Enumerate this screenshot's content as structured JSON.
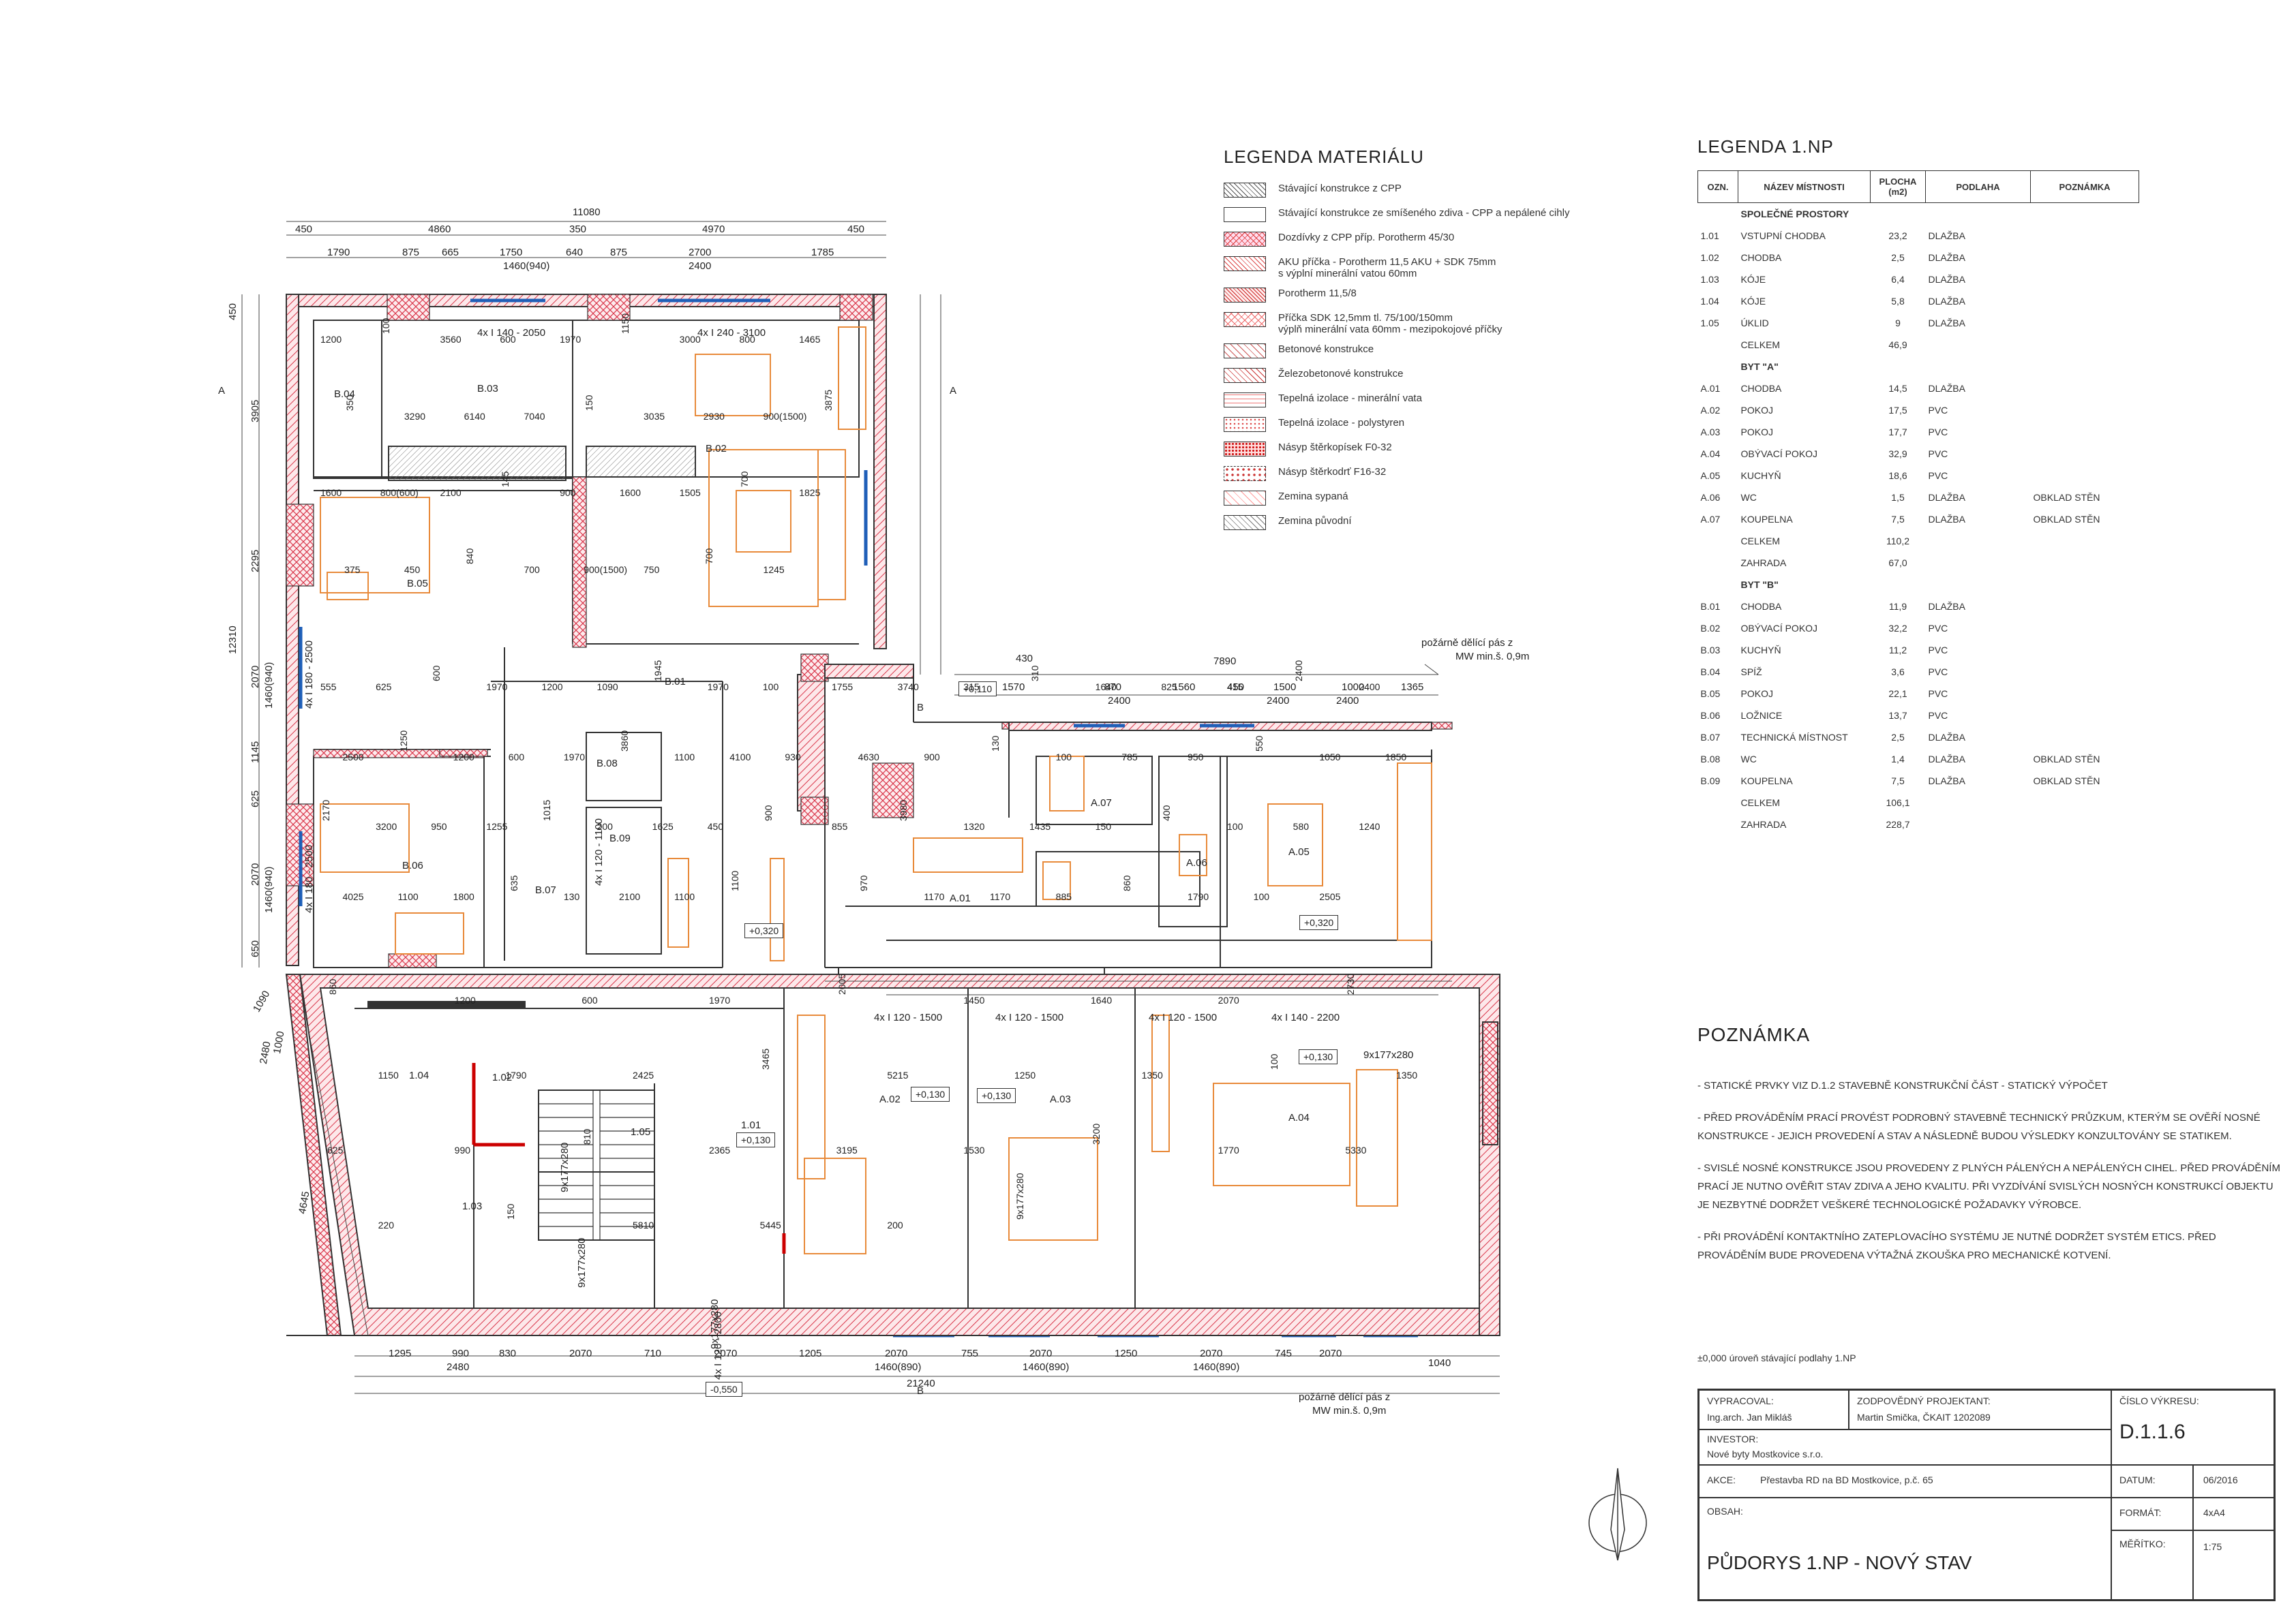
{
  "legend_materials": {
    "title": "LEGENDA MATERIÁLU",
    "items": [
      {
        "label": "Stávající konstrukce z CPP",
        "pattern": "hatch"
      },
      {
        "label": "Stávající konstrukce ze smíšeného zdiva - CPP a nepálené cihly",
        "pattern": "plain"
      },
      {
        "label": "Dozdívky z CPP příp. Porotherm 45/30",
        "pattern": "redx"
      },
      {
        "label": "AKU příčka - Porotherm 11,5 AKU + SDK 75mm",
        "label2": "s výplní minerální vatou 60mm",
        "pattern": "red"
      },
      {
        "label": "Porotherm 11,5/8",
        "pattern": "redfine"
      },
      {
        "label": "Příčka SDK 12,5mm tl. 75/100/150mm",
        "label2": "výplň minerální vata 60mm - mezipokojové příčky",
        "pattern": "redcross"
      },
      {
        "label": "Betonové konstrukce",
        "pattern": "beton"
      },
      {
        "label": "Železobetonové konstrukce",
        "pattern": "zb"
      },
      {
        "label": "Tepelná izolace - minerální vata",
        "pattern": "wool"
      },
      {
        "label": "Tepelná izolace - polystyren",
        "pattern": "poly"
      },
      {
        "label": "Násyp štěrkopísek F0-32",
        "pattern": "sand"
      },
      {
        "label": "Násyp štěrkodrť F16-32",
        "pattern": "grav"
      },
      {
        "label": "Zemina sypaná",
        "pattern": "soil1"
      },
      {
        "label": "Zemina původní",
        "pattern": "soil2"
      }
    ]
  },
  "legend_rooms": {
    "title": "LEGENDA 1.NP",
    "headers": [
      "OZN.",
      "NÁZEV MÍSTNOSTI",
      "PLOCHA (m2)",
      "PODLAHA",
      "POZNÁMKA"
    ],
    "groups": [
      {
        "name": "SPOLEČNÉ PROSTORY",
        "rows": [
          [
            "1.01",
            "VSTUPNÍ CHODBA",
            "23,2",
            "DLAŽBA",
            ""
          ],
          [
            "1.02",
            "CHODBA",
            "2,5",
            "DLAŽBA",
            ""
          ],
          [
            "1.03",
            "KÓJE",
            "6,4",
            "DLAŽBA",
            ""
          ],
          [
            "1.04",
            "KÓJE",
            "5,8",
            "DLAŽBA",
            ""
          ],
          [
            "1.05",
            "ÚKLID",
            "9",
            "DLAŽBA",
            ""
          ]
        ],
        "sums": [
          [
            "CELKEM",
            "46,9"
          ]
        ]
      },
      {
        "name": "BYT \"A\"",
        "rows": [
          [
            "A.01",
            "CHODBA",
            "14,5",
            "DLAŽBA",
            ""
          ],
          [
            "A.02",
            "POKOJ",
            "17,5",
            "PVC",
            ""
          ],
          [
            "A.03",
            "POKOJ",
            "17,7",
            "PVC",
            ""
          ],
          [
            "A.04",
            "OBÝVACÍ POKOJ",
            "32,9",
            "PVC",
            ""
          ],
          [
            "A.05",
            "KUCHYŇ",
            "18,6",
            "PVC",
            ""
          ],
          [
            "A.06",
            "WC",
            "1,5",
            "DLAŽBA",
            "OBKLAD STĚN"
          ],
          [
            "A.07",
            "KOUPELNA",
            "7,5",
            "DLAŽBA",
            "OBKLAD STĚN"
          ]
        ],
        "sums": [
          [
            "CELKEM",
            "110,2"
          ],
          [
            "ZAHRADA",
            "67,0"
          ]
        ]
      },
      {
        "name": "BYT \"B\"",
        "rows": [
          [
            "B.01",
            "CHODBA",
            "11,9",
            "DLAŽBA",
            ""
          ],
          [
            "B.02",
            "OBÝVACÍ POKOJ",
            "32,2",
            "PVC",
            ""
          ],
          [
            "B.03",
            "KUCHYŇ",
            "11,2",
            "PVC",
            ""
          ],
          [
            "B.04",
            "SPÍŽ",
            "3,6",
            "PVC",
            ""
          ],
          [
            "B.05",
            "POKOJ",
            "22,1",
            "PVC",
            ""
          ],
          [
            "B.06",
            "LOŽNICE",
            "13,7",
            "PVC",
            ""
          ],
          [
            "B.07",
            "TECHNICKÁ MÍSTNOST",
            "2,5",
            "DLAŽBA",
            ""
          ],
          [
            "B.08",
            "WC",
            "1,4",
            "DLAŽBA",
            "OBKLAD STĚN"
          ],
          [
            "B.09",
            "KOUPELNA",
            "7,5",
            "DLAŽBA",
            "OBKLAD STĚN"
          ]
        ],
        "sums": [
          [
            "CELKEM",
            "106,1"
          ],
          [
            "ZAHRADA",
            "228,7"
          ]
        ]
      }
    ]
  },
  "notes": {
    "title": "POZNÁMKA",
    "items": [
      "- STATICKÉ PRVKY VIZ D.1.2 STAVEBNĚ KONSTRUKČNÍ ČÁST - STATICKÝ VÝPOČET",
      "- PŘED PROVÁDĚNÍM PRACÍ PROVÉST PODROBNÝ STAVEBNĚ TECHNICKÝ PRŮZKUM, KTERÝM SE OVĚŘÍ NOSNÉ KONSTRUKCE - JEJICH PROVEDENÍ A STAV A NÁSLEDNĚ BUDOU VÝSLEDKY KONZULTOVÁNY SE STATIKEM.",
      "- SVISLÉ NOSNÉ KONSTRUKCE JSOU PROVEDENY Z PLNÝCH PÁLENÝCH A NEPÁLENÝCH CIHEL. PŘED PROVÁDĚNÍM PRACÍ JE NUTNO OVĚŘIT STAV ZDIVA A JEHO KVALITU. PŘI VYZDÍVÁNÍ SVISLÝCH NOSNÝCH KONSTRUKCÍ OBJEKTU JE NEZBYTNÉ DODRŽET VEŠKERÉ TECHNOLOGICKÉ POŽADAVKY VÝROBCE.",
      "- PŘI PROVÁDĚNÍ KONTAKTNÍHO ZATEPLOVACÍHO SYSTÉMU JE NUTNÉ DODRŽET SYSTÉM ETICS. PŘED PROVÁDĚNÍM BUDE PROVEDENA VÝTAŽNÁ ZKOUŠKA PRO MECHANICKÉ KOTVENÍ."
    ],
    "level_note": "±0,000 úroveň stávající podlahy 1.NP"
  },
  "title_block": {
    "vypracoval_label": "VYPRACOVAL:",
    "vypracoval": "Ing.arch. Jan Mikláš",
    "zodp_label": "ZODPOVĚDNÝ PROJEKTANT:",
    "zodp": "Martin Smička, ČKAIT 1202089",
    "cislo_label": "ČÍSLO VÝKRESU:",
    "cislo": "D.1.1.6",
    "investor_label": "INVESTOR:",
    "investor": "Nové byty Mostkovice s.r.o.",
    "akce_label": "AKCE:",
    "akce": "Přestavba RD na BD Mostkovice, p.č. 65",
    "datum_label": "DATUM:",
    "datum": "06/2016",
    "format_label": "FORMÁT:",
    "format": "4xA4",
    "obsah_label": "OBSAH:",
    "meritko_label": "MĚŘÍTKO:",
    "meritko": "1:75",
    "obsah": "PŮDORYS 1.NP - NOVÝ STAV"
  },
  "plan": {
    "rooms": [
      "B.01",
      "B.02",
      "B.03",
      "B.04",
      "B.05",
      "B.06",
      "B.07",
      "B.08",
      "B.09",
      "A.01",
      "A.02",
      "A.03",
      "A.04",
      "A.05",
      "A.06",
      "A.07",
      "1.01",
      "1.02",
      "1.03",
      "1.04",
      "1.05"
    ],
    "levels": [
      "+0,110",
      "+0,320",
      "+0,320",
      "+0,130",
      "+0,130",
      "+0,130",
      "+0,130",
      "-0,550"
    ],
    "fire_note_1": "požárně dělící pás z",
    "fire_note_1b": "MW min.š. 0,9m",
    "fire_note_2": "požárně dělící pás z",
    "fire_note_2b": "MW min.š. 0,9m",
    "section_marks": [
      "A",
      "A",
      "B",
      "B"
    ],
    "lintels": [
      "4x I 140 - 2050",
      "4x I 240 - 3100",
      "4x I 180 - 2500",
      "4x I 180 - 2500",
      "4x I 120 - 1100",
      "4x I 120 - 1500",
      "4x I 120 - 1500",
      "4x I 120 - 1500",
      "4x I 140 - 2200",
      "4x I 120 - 2800"
    ],
    "stairs": [
      "9x177x280",
      "9x177x280",
      "9x177x280",
      "9x177x280"
    ],
    "dims_top": [
      "11080",
      "450",
      "4860",
      "350",
      "4970",
      "450",
      "1790",
      "875",
      "665",
      "1750",
      "640",
      "875",
      "2700",
      "1785",
      "1460(940)",
      "2400"
    ],
    "dims_right": [
      "430",
      "7890",
      "1570",
      "870",
      "1560",
      "450",
      "1500",
      "1000",
      "1365",
      "2400",
      "2400",
      "2400"
    ],
    "dims_left": [
      "450",
      "3905",
      "2295",
      "12310",
      "2070",
      "1460(940)",
      "1145",
      "625",
      "2070",
      "1460(940)",
      "650",
      "1000",
      "2480",
      "4645",
      "1090"
    ],
    "dims_bottom": [
      "1295",
      "990",
      "830",
      "2070",
      "710",
      "2070",
      "1205",
      "2070",
      "755",
      "2070",
      "1250",
      "2070",
      "745",
      "2070",
      "1040",
      "2480",
      "1460(890)",
      "1460(890)",
      "1460(890)",
      "21240"
    ],
    "dims_misc": [
      "1200",
      "100",
      "3560",
      "600",
      "1970",
      "1150",
      "3000",
      "800",
      "1465",
      "350",
      "3290",
      "6140",
      "7040",
      "150",
      "3035",
      "2930",
      "900(1500)",
      "3875",
      "1600",
      "800(600)",
      "2100",
      "145",
      "900",
      "1600",
      "1505",
      "700",
      "1825",
      "375",
      "450",
      "840",
      "700",
      "900(1500)",
      "750",
      "700",
      "1245",
      "555",
      "625",
      "600",
      "1970",
      "1200",
      "1090",
      "1945",
      "1970",
      "100",
      "2500",
      "1250",
      "1200",
      "600",
      "1970",
      "3860",
      "1100",
      "4100",
      "930",
      "2170",
      "3200",
      "950",
      "1255",
      "1015",
      "200",
      "1625",
      "450",
      "900",
      "4025",
      "1100",
      "1800",
      "635",
      "130",
      "2100",
      "1100",
      "1100",
      "1755",
      "3740",
      "315",
      "310",
      "1640",
      "825",
      "415",
      "2400",
      "2400",
      "4630",
      "900",
      "130",
      "100",
      "785",
      "950",
      "550",
      "1050",
      "1850",
      "855",
      "3980",
      "1320",
      "1435",
      "150",
      "400",
      "100",
      "580",
      "1240",
      "970",
      "1170",
      "1170",
      "885",
      "860",
      "1790",
      "100",
      "2505",
      "860",
      "1200",
      "600",
      "1970",
      "2005",
      "1450",
      "1640",
      "2070",
      "2730",
      "1150",
      "1790",
      "2425",
      "3465",
      "5215",
      "1250",
      "1350",
      "100",
      "1350",
      "625",
      "990",
      "810",
      "2365",
      "3195",
      "1530",
      "3200",
      "1770",
      "5330",
      "220",
      "150",
      "5810",
      "5445",
      "200",
      "9x177x280"
    ]
  }
}
